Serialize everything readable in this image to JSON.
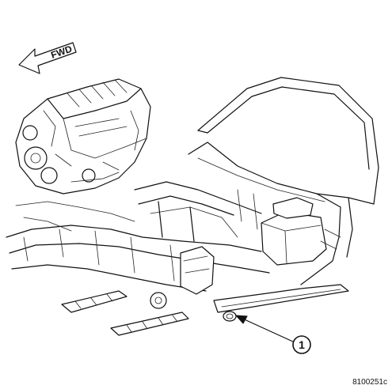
{
  "figure": {
    "direction_label": "FWD",
    "callouts": [
      {
        "number": "1"
      }
    ],
    "figure_id": "8100251c"
  },
  "icons": [
    "fwd-arrow-icon",
    "engine-illustration",
    "vehicle-frame-illustration"
  ],
  "colors": {
    "line": "#111111",
    "background": "#ffffff"
  }
}
